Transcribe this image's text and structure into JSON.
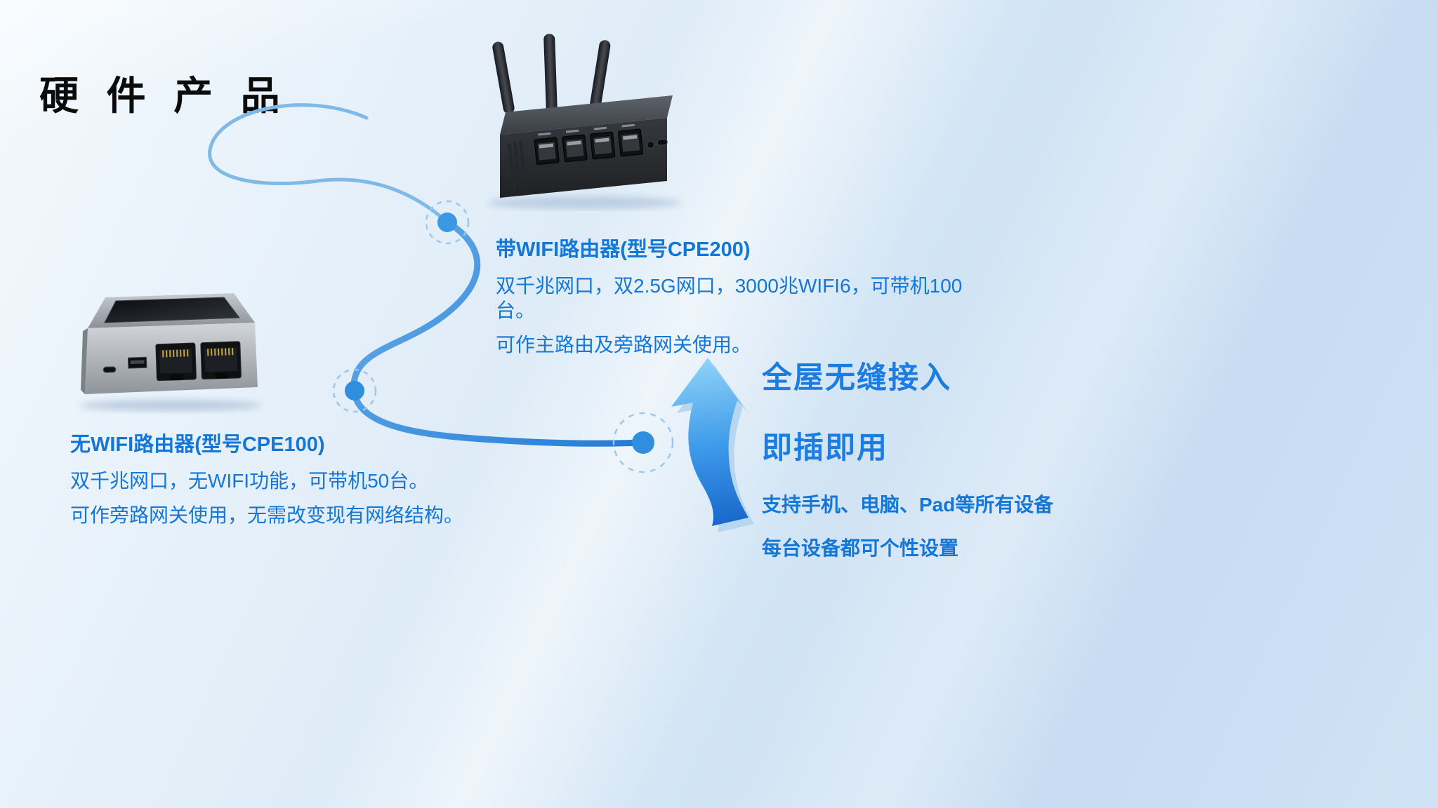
{
  "page": {
    "title": "硬 件 产 品"
  },
  "cpe200": {
    "title": "带WIFI路由器(型号CPE200)",
    "line1": "双千兆网口，双2.5G网口，3000兆WIFI6，可带机100台。",
    "line2": "可作主路由及旁路网关使用。"
  },
  "cpe100": {
    "title": "无WIFI路由器(型号CPE100)",
    "line1": "双千兆网口，无WIFI功能，可带机50台。",
    "line2": "可作旁路网关使用，无需改变现有网络结构。"
  },
  "features": {
    "headline1": "全屋无缝接入",
    "headline2": "即插即用",
    "line1": "支持手机、电脑、Pad等所有设备",
    "line2": "每台设备都可个性设置"
  },
  "icons": {
    "up_arrow": "curved-up-arrow",
    "connection_node": "dashed-circle-dot"
  },
  "colors": {
    "accent_blue": "#1377d8",
    "headline_blue": "#1b7ce2",
    "curve_blue": "#2e8fe0",
    "arrow_gradient_top": "#90d3f8",
    "arrow_gradient_bottom": "#1564c8",
    "background_top": "#f3f9fd",
    "background_bottom": "#c7dcf2",
    "title_black": "#0b0b0b"
  }
}
